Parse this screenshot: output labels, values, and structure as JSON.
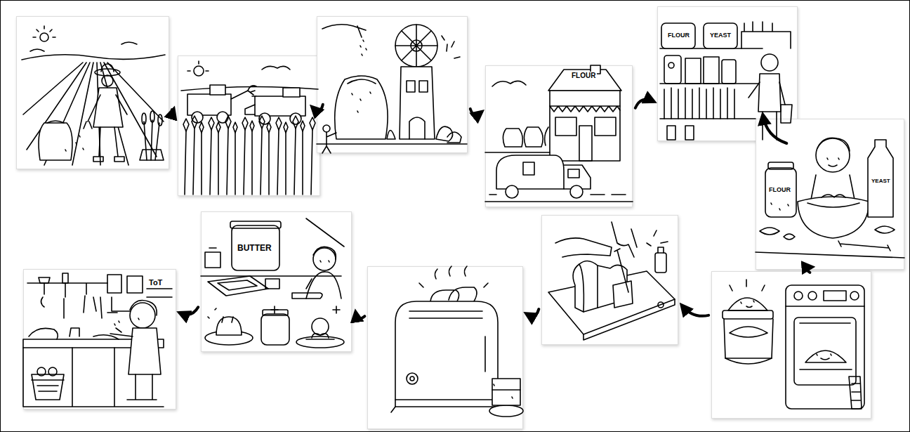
{
  "diagram": {
    "nodes": [
      {
        "text": []
      },
      {
        "text": []
      },
      {
        "text": []
      },
      {
        "text": [
          "FLOUR"
        ]
      },
      {
        "text": [
          "FLOUR",
          "YEAST"
        ]
      },
      {
        "text": [
          "FLOUR",
          "YEAST"
        ]
      },
      {
        "text": []
      },
      {
        "text": []
      },
      {
        "text": []
      },
      {
        "text": [
          "BUTTER"
        ]
      },
      {
        "text": [
          "ToT"
        ]
      }
    ],
    "edges": [
      {
        "from": 0,
        "to": 1,
        "arrow": "to"
      },
      {
        "from": 1,
        "to": 2,
        "arrow": "to"
      },
      {
        "from": 2,
        "to": 3,
        "arrow": "to"
      },
      {
        "from": 3,
        "to": 4,
        "arrow": "to"
      },
      {
        "from": 4,
        "to": 5,
        "arrow": "to"
      },
      {
        "from": 5,
        "to": 6,
        "arrow": "to"
      },
      {
        "from": 6,
        "to": 7,
        "arrow": "to"
      },
      {
        "from": 7,
        "to": 8,
        "arrow": "to"
      },
      {
        "from": 8,
        "to": 9,
        "arrow": "to"
      },
      {
        "from": 9,
        "to": 10,
        "arrow": "to"
      }
    ]
  }
}
